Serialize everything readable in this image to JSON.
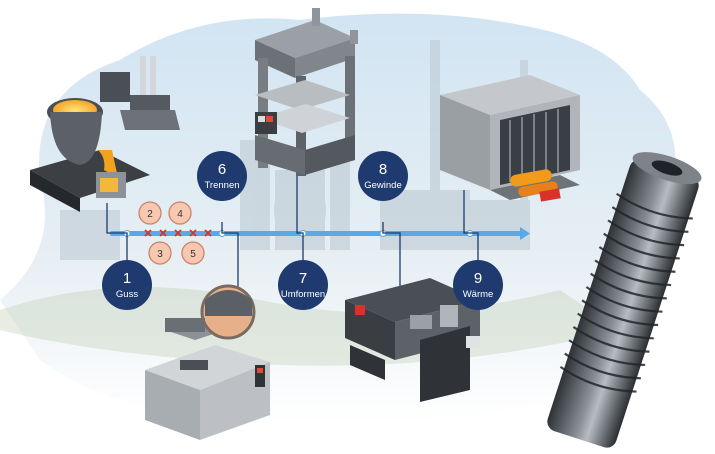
{
  "colors": {
    "step_circle": "#1f3a6e",
    "timeline": "#5aa8e6",
    "sub_circle_fill": "#f7c7b0",
    "sub_circle_stroke": "#c98468",
    "cross": "#d9322b",
    "machine_grey": "#6e7378",
    "machine_light": "#c9ccd0"
  },
  "steps": [
    {
      "num": "1",
      "label": "Guss"
    },
    {
      "num": "6",
      "label": "Trennen"
    },
    {
      "num": "7",
      "label": "Umformen"
    },
    {
      "num": "8",
      "label": "Gewinde"
    },
    {
      "num": "9",
      "label": "Wärme"
    }
  ],
  "sub_steps": [
    "2",
    "4",
    "3",
    "5"
  ]
}
